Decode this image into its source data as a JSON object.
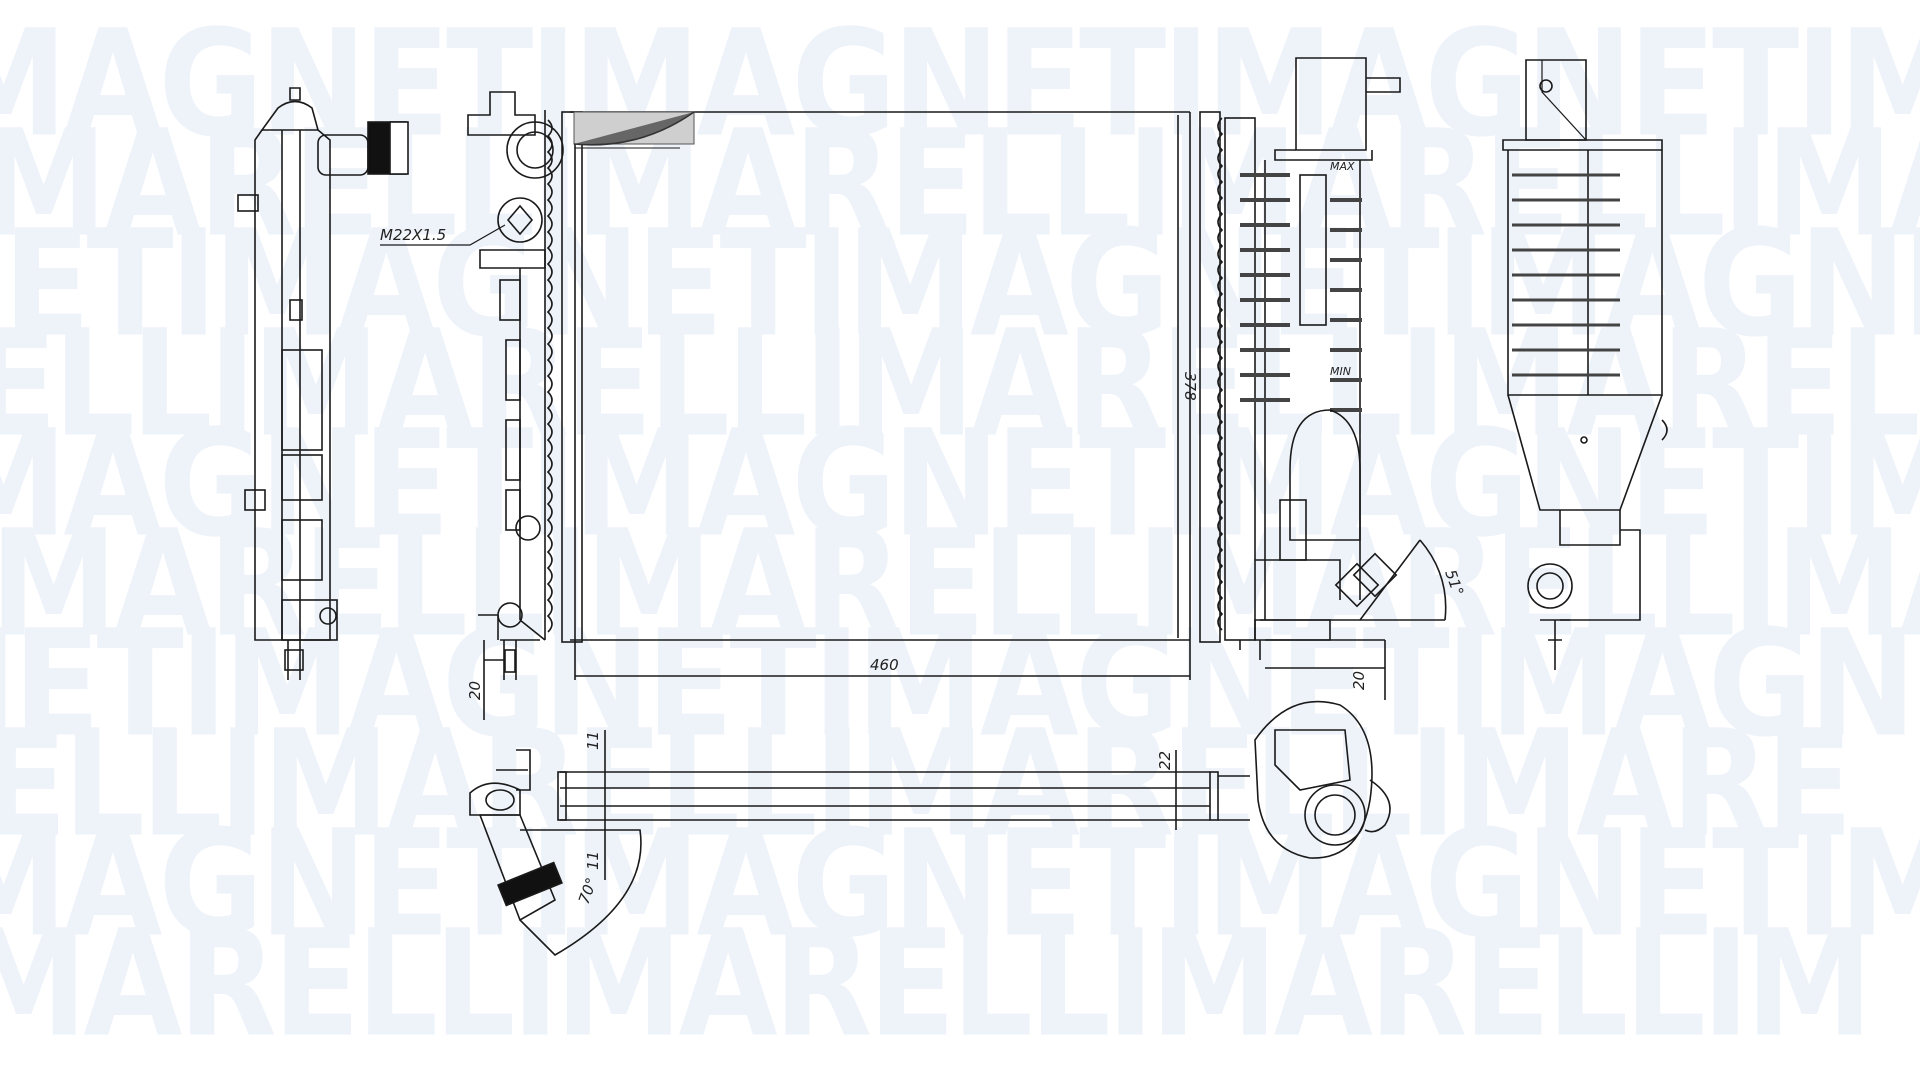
{
  "diagram": {
    "subject": "Radiator technical drawing",
    "watermark": {
      "rows": [
        "MAGNETIMAGNETIMAGNETIMAGNETIM",
        "MARELLIMARELLIMARELLIMAREL",
        "NETIMAGNETIMAGNETIMAGNE",
        "ELLIMARELLIMARELLIMARELL",
        "MAGNETIMAGNETIMAGNETIMAGNET",
        "MARELLIMARELLIMARELLIMA",
        "NETIMAGNETIMAGNETIMAGN",
        "ELLIMARELLIMARELLIMARE",
        "MAGNETIMAGNETIMAGNETIM",
        "MARELLIMARELLIMARELLIM"
      ],
      "color": "#eef3fa"
    },
    "labels": {
      "thread": "M22X1.5",
      "width": "460",
      "height": "378",
      "left_offset": "20",
      "right_offset": "20",
      "angle_right": "51°",
      "angle_bottom": "70°",
      "top_clearance": "11",
      "bottom_clearance": "11",
      "core_depth": "22",
      "tank_marker_top": "MAX",
      "tank_marker_bottom": "MIN"
    },
    "colors": {
      "line": "#1a1a1a",
      "fill": "#ffffff",
      "shade": "#555555"
    }
  }
}
